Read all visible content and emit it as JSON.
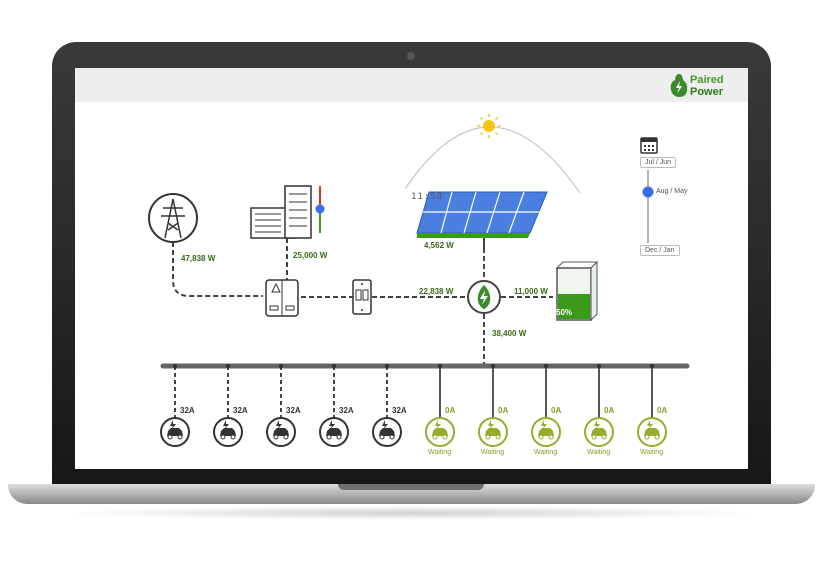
{
  "brand": {
    "line1": "Paired",
    "line2": "Power"
  },
  "clock": "11:58",
  "flows": {
    "grid": "47,838 W",
    "building": "25,000 W",
    "solar": "4,562 W",
    "inverter_in": "22,838 W",
    "battery": "11,000 W",
    "to_chargers": "38,400 W"
  },
  "battery": {
    "percent_label": "50%",
    "level": 0.5
  },
  "date_slider": {
    "top": "Jul / Jun",
    "middle": "Aug / May",
    "bottom": "Dec / Jan"
  },
  "chargers": [
    {
      "amps": "32A",
      "status": ""
    },
    {
      "amps": "32A",
      "status": ""
    },
    {
      "amps": "32A",
      "status": ""
    },
    {
      "amps": "32A",
      "status": ""
    },
    {
      "amps": "32A",
      "status": ""
    },
    {
      "amps": "0A",
      "status": "Waiting"
    },
    {
      "amps": "0A",
      "status": "Waiting"
    },
    {
      "amps": "0A",
      "status": "Waiting"
    },
    {
      "amps": "0A",
      "status": "Waiting"
    },
    {
      "amps": "0A",
      "status": "Waiting"
    }
  ],
  "colors": {
    "active": "#333333",
    "waiting": "#9aaa2a",
    "solar_blue": "#4a7fe0",
    "battery_green": "#3a9a1a",
    "slider_blue": "#3a6ee8"
  },
  "icons": {
    "grid": "power-tower-icon",
    "building": "building-icon",
    "meter": "electrical-cabinet-icon",
    "breaker": "breaker-icon",
    "solar": "solar-panel-icon",
    "sun": "sun-icon",
    "hub": "leaf-bolt-icon",
    "battery": "battery-icon",
    "calendar": "calendar-icon",
    "charger": "ev-charger-icon"
  }
}
